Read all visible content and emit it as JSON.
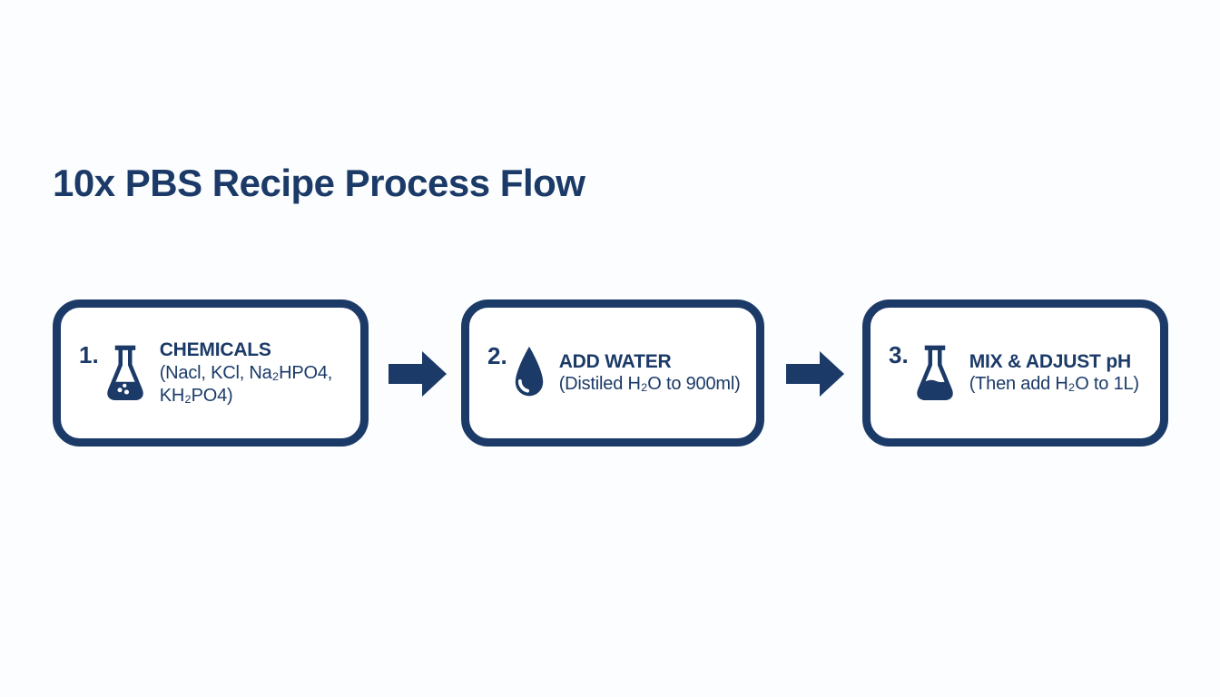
{
  "page": {
    "background_color": "#fbfdfe",
    "accent_color": "#1b3a68",
    "box_fill_color": "#ffffff"
  },
  "title": "10x PBS Recipe Process Flow",
  "steps": [
    {
      "number": "1.",
      "icon": "flask-bubbles-icon",
      "title": "CHEMICALS",
      "subtitle_lines": [
        "(Nacl, KCl, Na₂HPO4,",
        "KH₂PO4)"
      ]
    },
    {
      "number": "2.",
      "icon": "water-drop-icon",
      "title": "ADD WATER",
      "subtitle_lines": [
        "(Distiled H₂O to 900ml)"
      ]
    },
    {
      "number": "3.",
      "icon": "flask-liquid-icon",
      "title": "MIX & ADJUST pH",
      "subtitle_lines": [
        "(Then add H₂O to 1L)"
      ]
    }
  ],
  "connectors": [
    {
      "icon": "arrow-right-icon"
    },
    {
      "icon": "arrow-right-icon"
    }
  ]
}
